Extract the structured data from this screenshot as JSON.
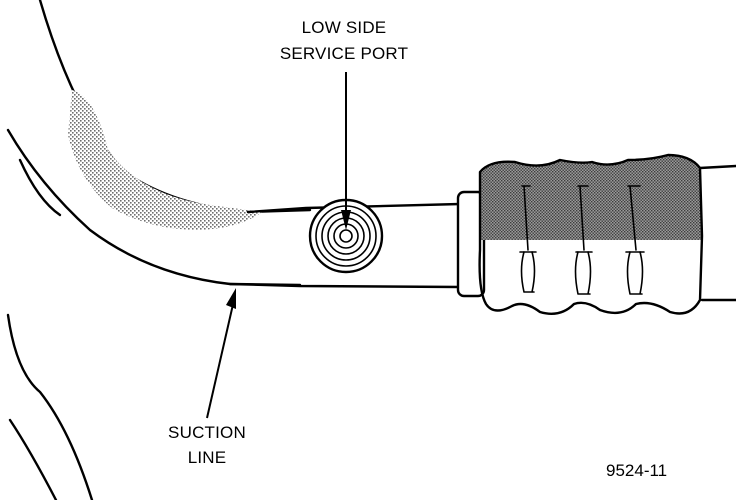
{
  "labels": {
    "service_port_line1": "LOW SIDE",
    "service_port_line2": "SERVICE PORT",
    "suction_line_line1": "SUCTION",
    "suction_line_line2": "LINE",
    "figure_number": "9524-11"
  },
  "colors": {
    "ink": "#000000",
    "shading": "#8c8c8c",
    "paper": "#ffffff"
  }
}
